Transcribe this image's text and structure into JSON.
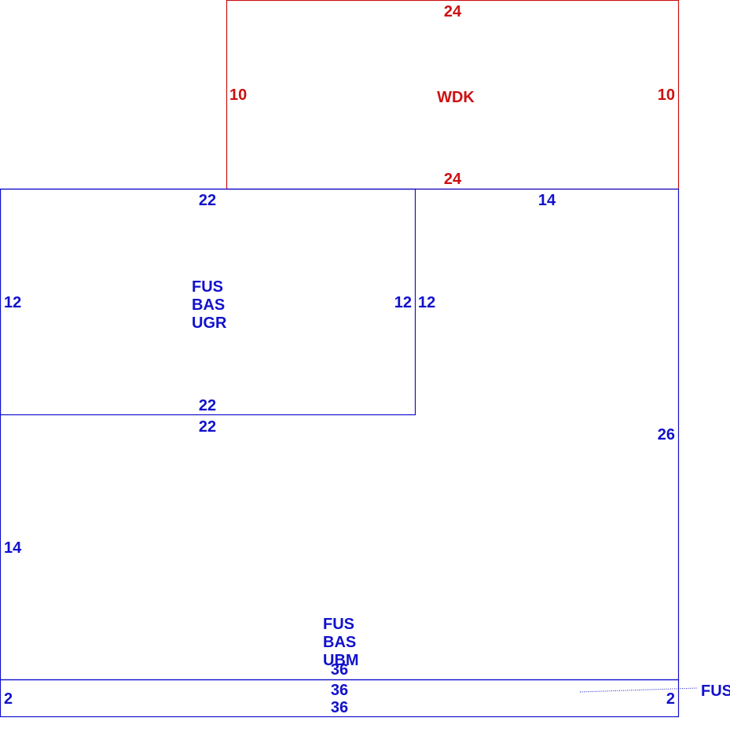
{
  "colors": {
    "deck": "#cc1111",
    "building": "#1111cc",
    "leader": "#1111cc",
    "background": "#ffffff"
  },
  "deck": {
    "top_dim": "24",
    "bottom_dim": "24",
    "left_dim": "10",
    "right_dim": "10",
    "code": "WDK"
  },
  "upper_level": {
    "top_dim": "22",
    "bottom_dim": "22",
    "left_dim": "12",
    "right_dim": "12",
    "code_line1": "FUS",
    "code_line2": "BAS",
    "code_line3": "UGR"
  },
  "main_level": {
    "top_right_dim": "14",
    "right_inner_dim": "12",
    "right_dim": "26",
    "inner_top_dim": "22",
    "left_dim": "14",
    "bottom_dim": "36",
    "code_line1": "FUS",
    "code_line2": "BAS",
    "code_line3": "UBM"
  },
  "strip": {
    "top_dim": "36",
    "bottom_dim": "36",
    "left_dim": "2",
    "right_dim": "2",
    "callout": "FUS"
  }
}
